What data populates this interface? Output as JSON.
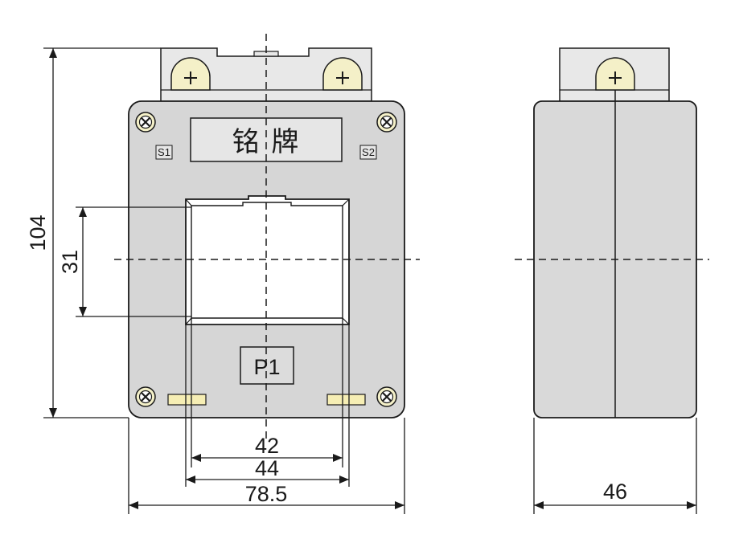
{
  "front_view": {
    "nameplate_label": "铭 牌",
    "terminal_left_label": "S1",
    "terminal_right_label": "S2",
    "port_label": "P1"
  },
  "dimensions": {
    "height": "104",
    "window_height": "31",
    "inner_width_a": "42",
    "inner_width_b": "44",
    "overall_width": "78.5",
    "depth": "46"
  },
  "colors": {
    "body": "#d6d6d6",
    "side_body": "#d9d9d9",
    "terminal_block": "#e8e8e8",
    "screw_cap": "#f4f0c8",
    "strip": "#f6eeb4",
    "line": "#1a1a1a"
  }
}
